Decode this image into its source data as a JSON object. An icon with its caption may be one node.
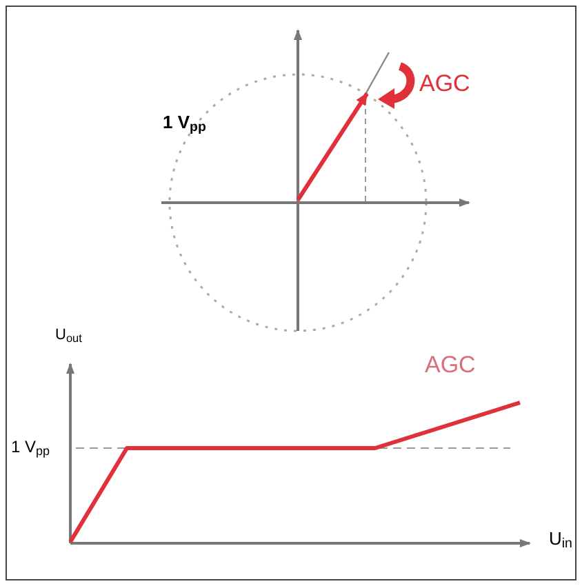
{
  "diagram": {
    "labels": [
      "1 V$_{pp}$",
      "AGC",
      "U$_{out}$",
      "AGC",
      "1 V$_{pp}$",
      "U$_{in}$"
    ]
  }
}
